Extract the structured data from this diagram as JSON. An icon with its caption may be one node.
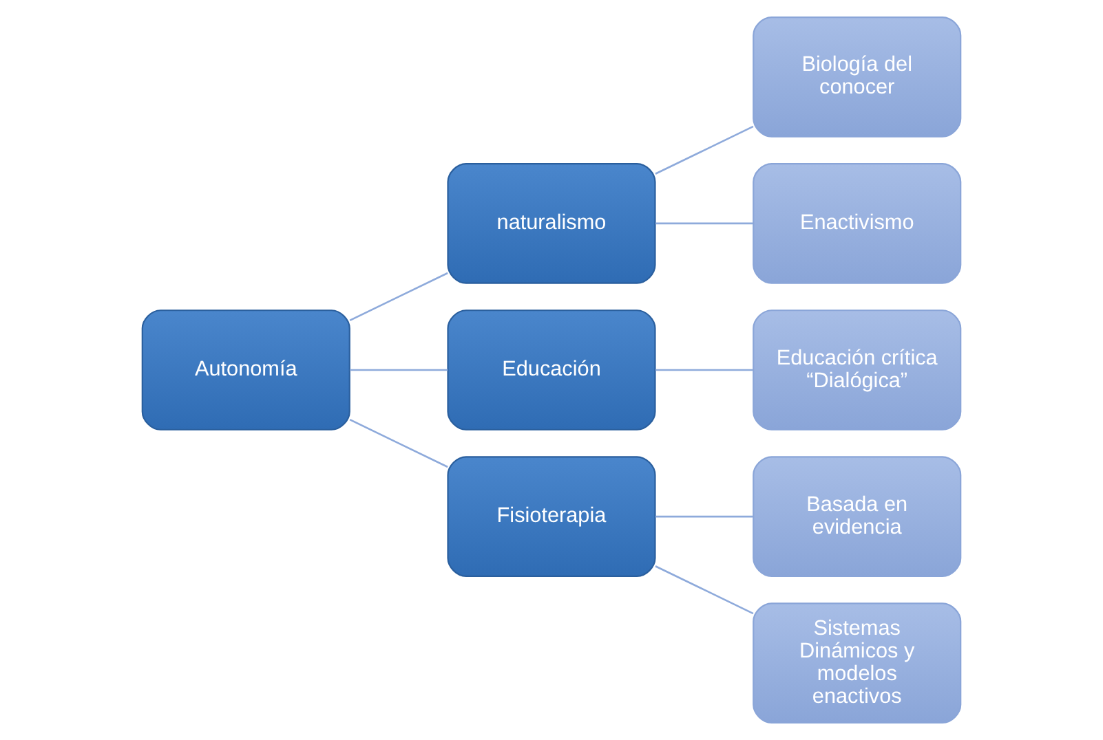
{
  "diagram": {
    "nodes": [
      {
        "text": [
          "Autonomía"
        ]
      },
      {
        "text": [
          "naturalismo"
        ]
      },
      {
        "text": [
          "Educación"
        ]
      },
      {
        "text": [
          "Fisioterapia"
        ]
      },
      {
        "text": [
          "Biología del conocer"
        ]
      },
      {
        "text": [
          "Enactivismo"
        ]
      },
      {
        "text": [
          "Educación crítica “Dialógica”"
        ]
      },
      {
        "text": [
          "Basada en evidencia"
        ]
      },
      {
        "text": [
          "Sistemas Dinámicos y modelos enactivos"
        ]
      }
    ],
    "edges": [
      {
        "from": 0,
        "to": 1,
        "arrow": "none"
      },
      {
        "from": 0,
        "to": 2,
        "arrow": "none"
      },
      {
        "from": 0,
        "to": 3,
        "arrow": "none"
      },
      {
        "from": 1,
        "to": 4,
        "arrow": "none"
      },
      {
        "from": 1,
        "to": 5,
        "arrow": "none"
      },
      {
        "from": 2,
        "to": 6,
        "arrow": "none"
      },
      {
        "from": 3,
        "to": 7,
        "arrow": "none"
      },
      {
        "from": 3,
        "to": 8,
        "arrow": "none"
      }
    ]
  }
}
